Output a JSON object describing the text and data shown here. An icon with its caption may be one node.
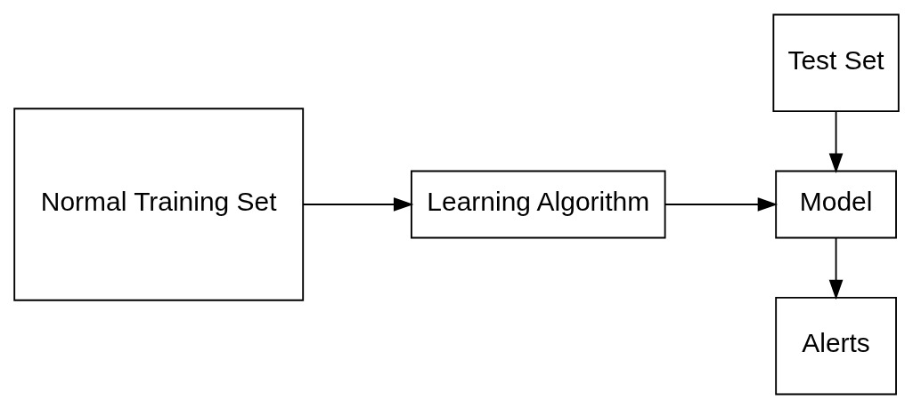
{
  "diagram": {
    "nodes": [
      {
        "text": [
          "Normal Training Set"
        ]
      },
      {
        "text": [
          "Learning Algorithm"
        ]
      },
      {
        "text": [
          "Test Set"
        ]
      },
      {
        "text": [
          "Model"
        ]
      },
      {
        "text": [
          "Alerts"
        ]
      }
    ],
    "edges": [
      {
        "from": 0,
        "to": 1,
        "arrow": "to"
      },
      {
        "from": 1,
        "to": 3,
        "arrow": "to"
      },
      {
        "from": 2,
        "to": 3,
        "arrow": "to"
      },
      {
        "from": 3,
        "to": 4,
        "arrow": "to"
      }
    ]
  }
}
